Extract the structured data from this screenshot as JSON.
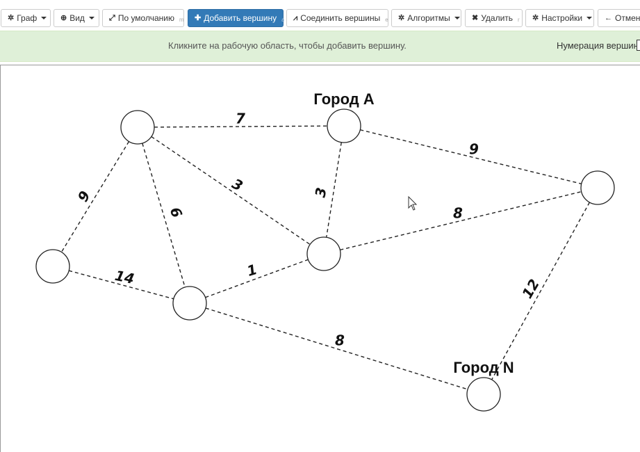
{
  "toolbar": {
    "graph": "Граф",
    "view": "Вид",
    "default": "По умолчанию",
    "default_hk": "m",
    "add_vertex": "Добавить вершину",
    "add_vertex_hk": "a",
    "connect": "Соединить вершины",
    "connect_hk": "e",
    "algorithms": "Алгоритмы",
    "delete": "Удалить",
    "delete_hk": "r",
    "settings": "Настройки",
    "undo": "Отмени"
  },
  "infobar": {
    "message": "Кликните на рабочую область, чтобы добавить вершину.",
    "numbering": "Нумерация вершин"
  },
  "graph": {
    "vertices": [
      {
        "id": "v1",
        "name": ""
      },
      {
        "id": "vA",
        "name": "Город A"
      },
      {
        "id": "v3",
        "name": ""
      },
      {
        "id": "v4",
        "name": ""
      },
      {
        "id": "v5",
        "name": ""
      },
      {
        "id": "v6",
        "name": ""
      },
      {
        "id": "vN",
        "name": "Город N"
      }
    ],
    "edges": [
      {
        "from": "v1",
        "to": "vA",
        "weight": "7"
      },
      {
        "from": "vA",
        "to": "v3",
        "weight": "9"
      },
      {
        "from": "v1",
        "to": "v4",
        "weight": "9"
      },
      {
        "from": "v1",
        "to": "v5",
        "weight": "6"
      },
      {
        "from": "v1",
        "to": "v6",
        "weight": "3"
      },
      {
        "from": "vA",
        "to": "v6",
        "weight": "3"
      },
      {
        "from": "v6",
        "to": "v3",
        "weight": "8"
      },
      {
        "from": "v4",
        "to": "v5",
        "weight": "14"
      },
      {
        "from": "v5",
        "to": "v6",
        "weight": "1"
      },
      {
        "from": "v5",
        "to": "vN",
        "weight": "8"
      },
      {
        "from": "v3",
        "to": "vN",
        "weight": "12"
      }
    ]
  },
  "colors": {
    "primary": "#337ab7",
    "infobar_bg": "#dff0d8"
  }
}
